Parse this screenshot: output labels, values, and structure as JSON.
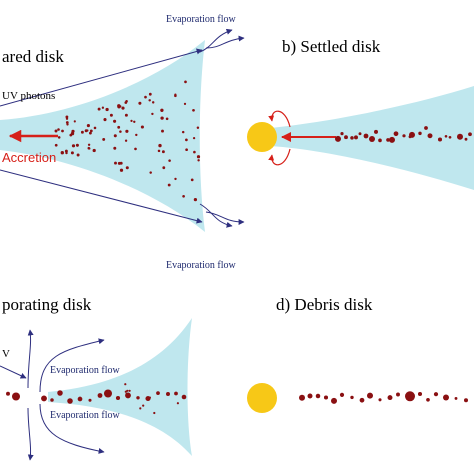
{
  "figure": {
    "colors": {
      "disk_fill": "#bfe7ee",
      "grain": "#8a1012",
      "star": "#f7c817",
      "flow_arrow": "#2e2f7f",
      "accretion": "#d62019",
      "label_text": "#000000"
    },
    "panel_a": {
      "title": "ared disk",
      "photon_label": "UV photons",
      "accretion_label": "Accretion",
      "evaporation_top": "Evaporation flow",
      "evaporation_bottom": "Evaporation flow"
    },
    "panel_b": {
      "title": "b) Settled disk"
    },
    "panel_c": {
      "title": "porating disk",
      "uv_label": "V",
      "evaporation_top": "Evaporation flow",
      "evaporation_bottom": "Evaporation flow"
    },
    "panel_d": {
      "title": "d) Debris disk"
    },
    "icons": [
      "star-icon",
      "dust-grain-icon",
      "flow-arrow-icon",
      "accretion-arrow-icon"
    ]
  }
}
